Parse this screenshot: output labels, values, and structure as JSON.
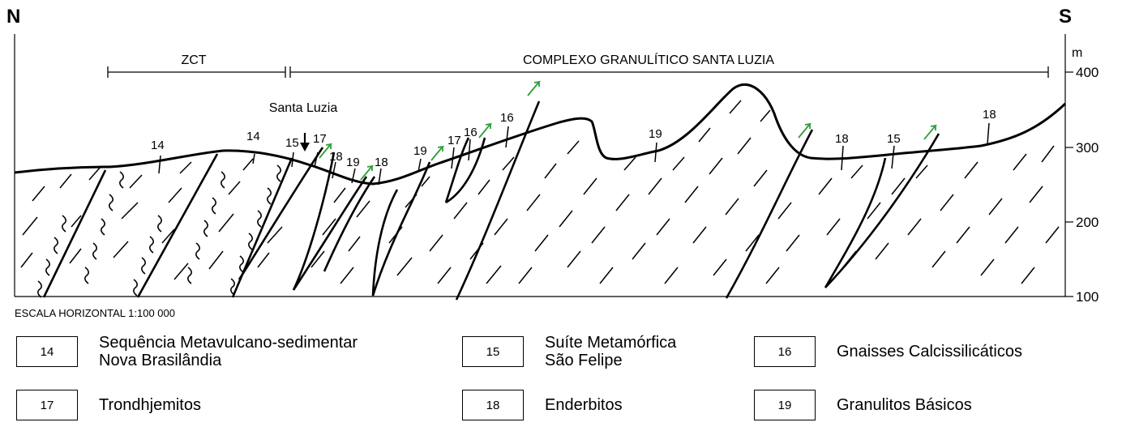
{
  "orientation": {
    "north": "N",
    "south": "S"
  },
  "units_label": "m",
  "altitude_ticks": [
    "400",
    "300",
    "200",
    "100"
  ],
  "zones": {
    "zct": "ZCT",
    "complex": "COMPLEXO  GRANULÍTICO  SANTA  LUZIA"
  },
  "town": "Santa Luzia",
  "unit_labels": [
    "14",
    "14",
    "15",
    "17",
    "18",
    "19",
    "18",
    "19",
    "17",
    "16",
    "16",
    "19",
    "18",
    "15",
    "18"
  ],
  "scale_caption": "ESCALA  HORIZONTAL  1:100 000",
  "legend": [
    {
      "code": "14",
      "label": "Sequência Metavulcano-sedimentar\nNova Brasilândia"
    },
    {
      "code": "15",
      "label": "Suíte  Metamórfica\nSão Felipe"
    },
    {
      "code": "16",
      "label": "Gnaisses  Calcissilicáticos"
    },
    {
      "code": "17",
      "label": "Trondhjemitos"
    },
    {
      "code": "18",
      "label": "Enderbitos"
    },
    {
      "code": "19",
      "label": "Granulitos  Básicos"
    }
  ],
  "colors": {
    "ink": "#000000",
    "shear_arrow": "#2e9e3a"
  }
}
